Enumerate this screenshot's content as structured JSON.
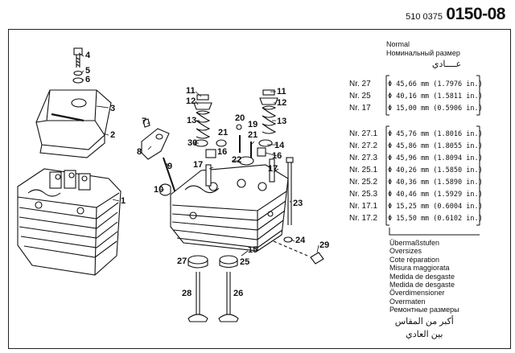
{
  "header": {
    "doc_prefix": "510 0375",
    "doc_number": "0150-08"
  },
  "callouts": [
    {
      "id": "c1",
      "label": "1"
    },
    {
      "id": "c2",
      "label": "2"
    },
    {
      "id": "c3",
      "label": "3"
    },
    {
      "id": "c4",
      "label": "4"
    },
    {
      "id": "c5",
      "label": "5"
    },
    {
      "id": "c6",
      "label": "6"
    },
    {
      "id": "c7",
      "label": "7"
    },
    {
      "id": "c8",
      "label": "8"
    },
    {
      "id": "c9",
      "label": "9"
    },
    {
      "id": "c10",
      "label": "10"
    },
    {
      "id": "c11a",
      "label": "11"
    },
    {
      "id": "c11b",
      "label": "11"
    },
    {
      "id": "c12a",
      "label": "12"
    },
    {
      "id": "c12b",
      "label": "12"
    },
    {
      "id": "c13a",
      "label": "13"
    },
    {
      "id": "c13b",
      "label": "13"
    },
    {
      "id": "c14",
      "label": "14"
    },
    {
      "id": "c15",
      "label": "15"
    },
    {
      "id": "c16a",
      "label": "16"
    },
    {
      "id": "c16b",
      "label": "16"
    },
    {
      "id": "c17a",
      "label": "17"
    },
    {
      "id": "c17b",
      "label": "17"
    },
    {
      "id": "c19",
      "label": "19"
    },
    {
      "id": "c20",
      "label": "20"
    },
    {
      "id": "c21a",
      "label": "21"
    },
    {
      "id": "c21b",
      "label": "21"
    },
    {
      "id": "c22",
      "label": "22"
    },
    {
      "id": "c23",
      "label": "23"
    },
    {
      "id": "c24",
      "label": "24"
    },
    {
      "id": "c25",
      "label": "25"
    },
    {
      "id": "c26",
      "label": "26"
    },
    {
      "id": "c27",
      "label": "27"
    },
    {
      "id": "c28",
      "label": "28"
    },
    {
      "id": "c29",
      "label": "29"
    },
    {
      "id": "c30",
      "label": "30"
    }
  ],
  "spec_header": {
    "normal": "Normal",
    "russian": "Номинальный размер",
    "arabic": "عــــادي"
  },
  "normal_sizes": [
    {
      "nr": "Nr. 27",
      "value": "Φ 45,66 mm (1.7976 in.)"
    },
    {
      "nr": "Nr. 25",
      "value": "Φ 40,16 mm (1.5811 in.)"
    },
    {
      "nr": "Nr. 17",
      "value": "Φ 15,00 mm (0.5906 in.)"
    }
  ],
  "oversize_sizes": [
    {
      "nr": "Nr. 27.1",
      "value": "Φ 45,76 mm (1.8016 in.)"
    },
    {
      "nr": "Nr. 27.2",
      "value": "Φ 45,86 mm (1.8055 in.)"
    },
    {
      "nr": "Nr. 27.3",
      "value": "Φ 45,96 mm (1.8094 in.)"
    },
    {
      "nr": "Nr. 25.1",
      "value": "Φ 40,26 mm (1.5850 in.)"
    },
    {
      "nr": "Nr. 25.2",
      "value": "Φ 40,36 mm (1.5890 in.)"
    },
    {
      "nr": "Nr. 25.3",
      "value": "Φ 40,46 mm (1.5929 in.)"
    },
    {
      "nr": "Nr. 17.1",
      "value": "Φ 15,25 mm (0.6004 in.)"
    },
    {
      "nr": "Nr. 17.2",
      "value": "Φ 15,50 mm (0.6102 in.)"
    }
  ],
  "oversize_legend": {
    "lines": [
      "Übermaßstufen",
      "Oversizes",
      "Cote réparation",
      "Misura maggiorata",
      "Medida de desgaste",
      "Medida de desgaste",
      "Överdimensioner",
      "Overmaten",
      "Ремонтные размеры"
    ],
    "arabic_1": "أكبر من المقاس",
    "arabic_2": "بين العادي"
  }
}
